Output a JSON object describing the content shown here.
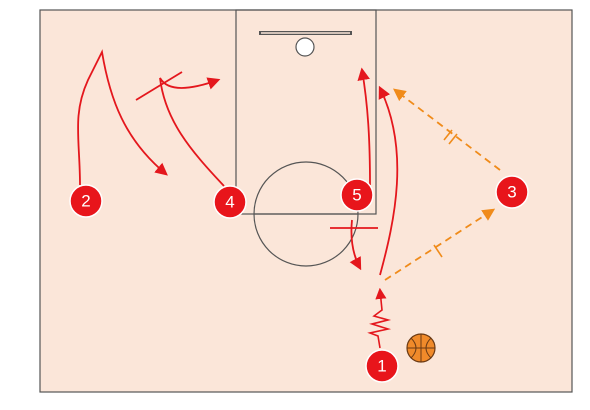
{
  "court": {
    "floor_color": "#fbe6d9",
    "line_color": "#555555"
  },
  "colors": {
    "player_fill": "#e8151b",
    "cut_line": "#e4171d",
    "pass_line": "#f08b1a",
    "ball": "#f08a2a"
  },
  "players": [
    {
      "id": "player-1",
      "label": "1"
    },
    {
      "id": "player-2",
      "label": "2"
    },
    {
      "id": "player-3",
      "label": "3"
    },
    {
      "id": "player-4",
      "label": "4"
    },
    {
      "id": "player-5",
      "label": "5"
    }
  ],
  "ball_icon": "basketball-icon"
}
